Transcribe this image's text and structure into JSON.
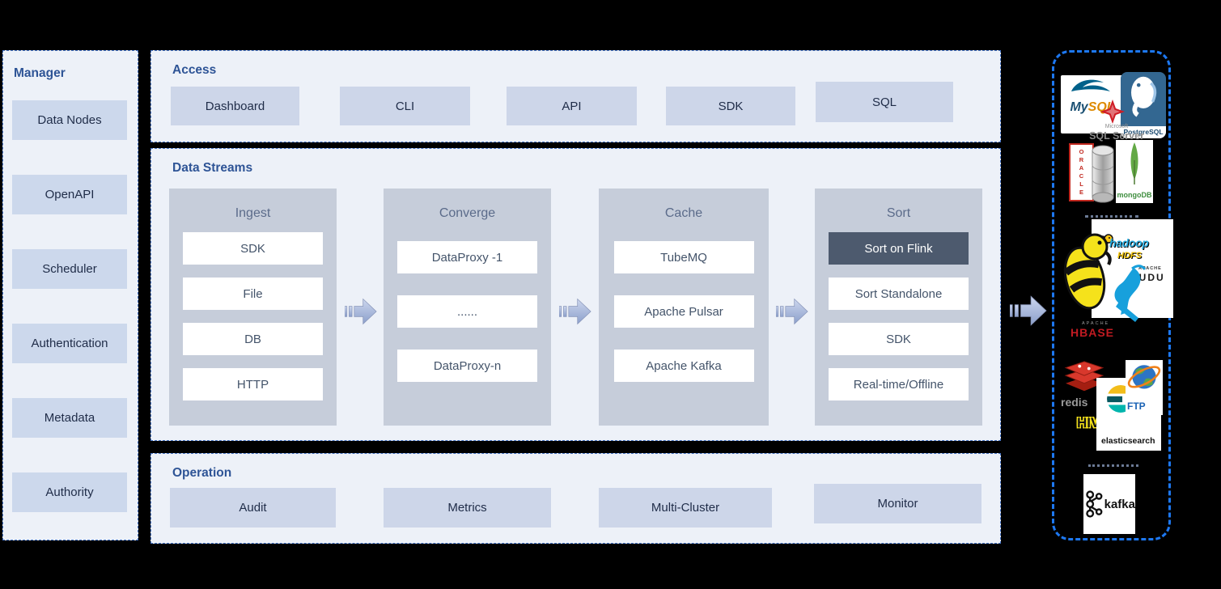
{
  "manager": {
    "title": "Manager",
    "items": [
      "Data Nodes",
      "OpenAPI",
      "Scheduler",
      "Authentication",
      "Metadata",
      "Authority"
    ]
  },
  "access": {
    "title": "Access",
    "items": [
      "Dashboard",
      "CLI",
      "API",
      "SDK",
      "SQL"
    ]
  },
  "data_streams": {
    "title": "Data Streams",
    "columns": [
      {
        "title": "Ingest",
        "items": [
          "SDK",
          "File",
          "DB",
          "HTTP"
        ]
      },
      {
        "title": "Converge",
        "items": [
          "DataProxy -1",
          "......",
          "DataProxy-n"
        ]
      },
      {
        "title": "Cache",
        "items": [
          "TubeMQ",
          "Apache Pulsar",
          "Apache Kafka"
        ]
      },
      {
        "title": "Sort",
        "items": [
          "Sort on Flink",
          "Sort Standalone",
          "SDK",
          "Real-time/Offline"
        ],
        "highlighted_item": "Sort on Flink"
      }
    ]
  },
  "operation": {
    "title": "Operation",
    "items": [
      "Audit",
      "Metrics",
      "Multi-Cluster",
      "Monitor"
    ]
  },
  "sinks": {
    "mysql_my": "My",
    "mysql_sql": "SQL",
    "microsoft": "Microsoft",
    "sqlserver": "SQL Server",
    "postgresql": "PostgreSQL",
    "oracle": "ORACLE",
    "mongodb": "mongoDB",
    "hive": "HIVE",
    "hadoop": "hadoop",
    "hdfs": "HDFS",
    "apache": "APACHE",
    "kudu": "KUDU",
    "hbase": "HBASE",
    "redis": "redis",
    "elasticsearch": "elasticsearch",
    "ftp": "FTP",
    "kafka": "kafka"
  },
  "colors": {
    "background": "#000000",
    "panel_bg": "#edf1f8",
    "panel_border": "#4472c4",
    "block_bg": "#cdd6e9",
    "column_bg": "#c6cdda",
    "highlight_bg": "#4d5a6e",
    "sink_border": "#1d78f2",
    "title_text": "#2e5496"
  }
}
